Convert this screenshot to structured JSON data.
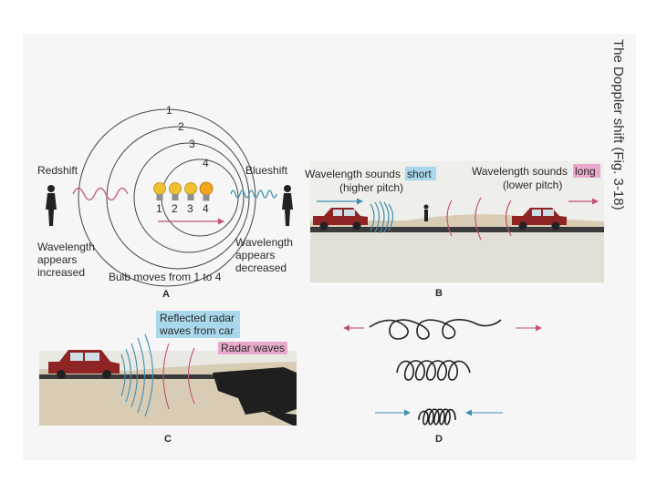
{
  "figure_title": "The Doppler shift (Fig. 3-18)",
  "panel_a": {
    "letter": "A",
    "ring_numbers": [
      "1",
      "2",
      "3",
      "4"
    ],
    "bulb_numbers": [
      "1",
      "2",
      "3",
      "4"
    ],
    "redshift": "Redshift",
    "blueshift": "Blueshift",
    "left_caption": [
      "Wavelength",
      "appears",
      "increased"
    ],
    "right_caption": [
      "Wavelength",
      "appears",
      "decreased"
    ],
    "bottom_caption": "Bulb moves from 1 to 4",
    "colors": {
      "red_wave": "#c0527a",
      "blue_wave": "#3f8fb0",
      "bulb": "#f0c030",
      "bulb_lit": "#f4a51c"
    }
  },
  "panel_b": {
    "letter": "B",
    "left_text": [
      "Wavelength sounds",
      "short",
      "(higher pitch)"
    ],
    "right_text": [
      "Wavelength sounds",
      "long",
      "(lower pitch)"
    ],
    "colors": {
      "short_highlight": "#a9d8ec",
      "long_highlight": "#e9a9cc",
      "car": "#8e2424"
    }
  },
  "panel_c": {
    "letter": "C",
    "reflected_label": [
      "Reflected radar",
      "waves from car"
    ],
    "radar_label": "Radar waves",
    "colors": {
      "reflected_highlight": "#a9d8ec",
      "radar_highlight": "#e9a9cc"
    }
  },
  "panel_d": {
    "letter": "D"
  }
}
